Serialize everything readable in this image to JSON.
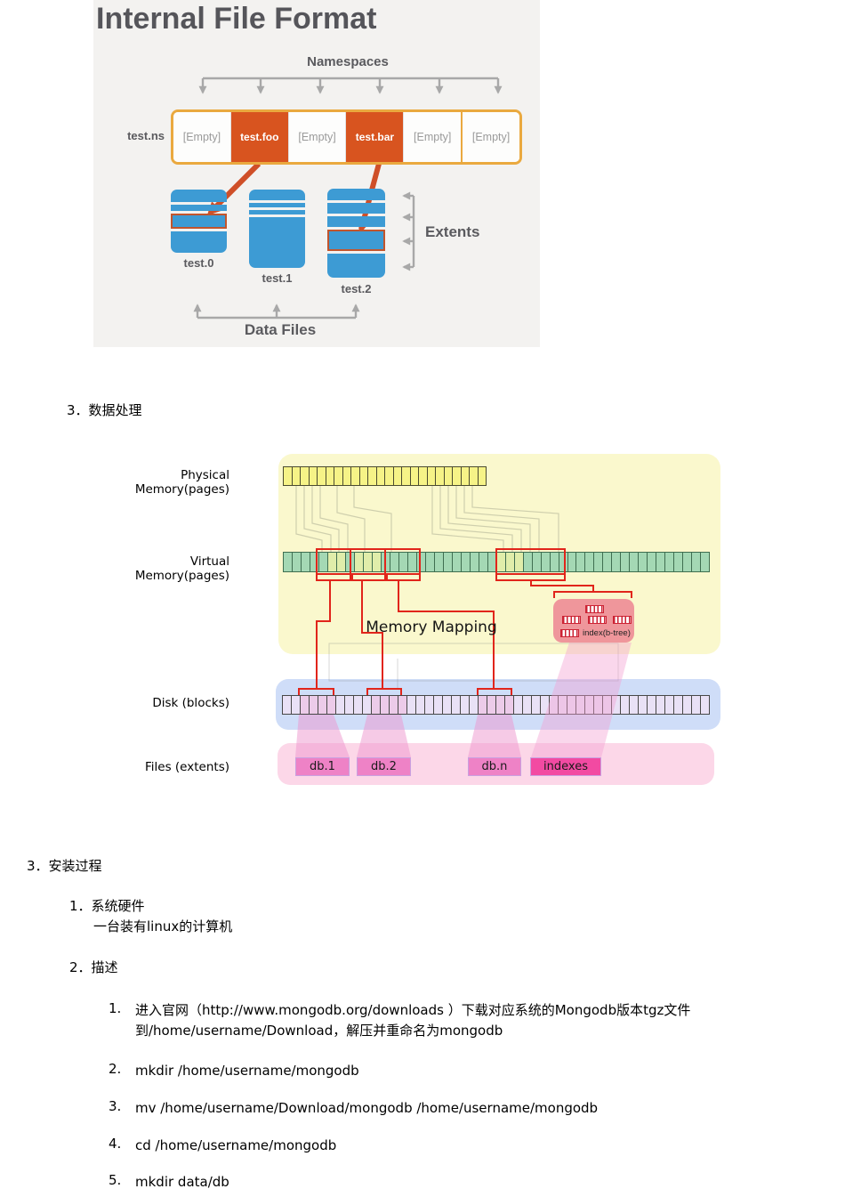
{
  "diagram1": {
    "title": "Internal File Format",
    "namespaces_label": "Namespaces",
    "row_label": "test.ns",
    "cells": [
      {
        "label": "[Empty]"
      },
      {
        "label": "test.foo"
      },
      {
        "label": "[Empty]"
      },
      {
        "label": "test.bar"
      },
      {
        "label": "[Empty]"
      },
      {
        "label": "[Empty]"
      }
    ],
    "files": [
      "test.0",
      "test.1",
      "test.2"
    ],
    "extents_label": "Extents",
    "data_files_label": "Data Files",
    "colors": {
      "highlight_cell": "#d8541f",
      "row_border": "#eaa93f",
      "stack_blue": "#3d9bd4",
      "arrow_red": "#cf4f28"
    }
  },
  "diagram2": {
    "physical_label": "Physical Memory(pages)",
    "virtual_label": "Virtual Memory(pages)",
    "mapping_label": "Memory Mapping",
    "index_label": "index(b-tree)",
    "disk_label": "Disk (blocks)",
    "files_label": "Files (extents)",
    "file_boxes": [
      "db.1",
      "db.2",
      "db.n",
      "indexes"
    ],
    "cell_rows": {
      "physical": {
        "count": 24,
        "accent": []
      },
      "virtual": {
        "count": 48,
        "accent": [
          5,
          6,
          8,
          9,
          10,
          24,
          25,
          26
        ]
      },
      "disk": {
        "count": 48,
        "accent": [
          2,
          3,
          4,
          5,
          10,
          11,
          12,
          13,
          22,
          23,
          24,
          25
        ]
      }
    },
    "colors": {
      "red": "#e1251b",
      "index_box": "#ef969b",
      "db_box": "#ee82c6",
      "indexes_box": "#f24aa2",
      "bg_yellow": "#faf8cd",
      "bg_blue": "#cfddf8",
      "bg_pink": "#fcd7e8"
    }
  },
  "sections": {
    "data_processing": {
      "num": "3．",
      "title": "数据处理"
    },
    "install": {
      "num": "3．",
      "title": "安装过程",
      "items": [
        {
          "num": "1．",
          "title": "系统硬件",
          "desc": "一台装有linux的计算机"
        },
        {
          "num": "2．",
          "title": "描述",
          "steps": [
            {
              "num": "1.",
              "text": "进入官网（http://www.mongodb.org/downloads ）下载对应系统的Mongodb版本tgz文件到/home/username/Download，解压并重命名为mongodb"
            },
            {
              "num": "2.",
              "text": "mkdir /home/username/mongodb"
            },
            {
              "num": "3.",
              "text": "mv /home/username/Download/mongodb /home/username/mongodb"
            },
            {
              "num": "4.",
              "text": "cd /home/username/mongodb"
            },
            {
              "num": "5.",
              "text": "mkdir data/db"
            }
          ]
        }
      ]
    }
  }
}
